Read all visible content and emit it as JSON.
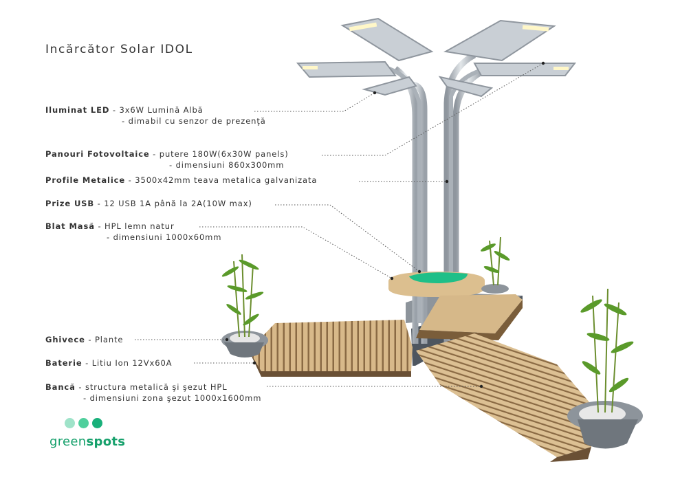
{
  "title": "Incărcător Solar IDOL",
  "specs": [
    {
      "label": "Iluminat LED",
      "line1": " - 3x6W Lumină Albă",
      "line2": "- dimabil cu senzor de prezenţă"
    },
    {
      "label": "Panouri Fotovoltaice",
      "line1": " - putere 180W(6x30W panels)",
      "line2": "- dimensiuni 860x300mm"
    },
    {
      "label": "Profile Metalice",
      "line1": " - 3500x42mm teava metalica galvanizata",
      "line2": ""
    },
    {
      "label": "Prize USB",
      "line1": " - 12 USB 1A până la 2A(10W max)",
      "line2": ""
    },
    {
      "label": "Blat Masă",
      "line1": " - HPL lemn natur",
      "line2": "- dimensiuni 1000x60mm"
    },
    {
      "label": "Ghivece",
      "line1": " - Plante",
      "line2": ""
    },
    {
      "label": "Baterie",
      "line1": " - Litiu Ion 12Vx60A",
      "line2": ""
    },
    {
      "label": "Bancă",
      "line1": " - structura metalică şi şezut HPL",
      "line2": "- dimensiuni zona şezut 1000x1600mm"
    }
  ],
  "logo": {
    "text_a": "green",
    "text_b": "spots",
    "dot_colors": [
      "#9fe3c9",
      "#4fcf9c",
      "#19b07a"
    ]
  },
  "colors": {
    "wood": "#d8b98a",
    "metal": "#b9c0c8",
    "accent": "#19c28a",
    "plant": "#5a9a2a"
  }
}
